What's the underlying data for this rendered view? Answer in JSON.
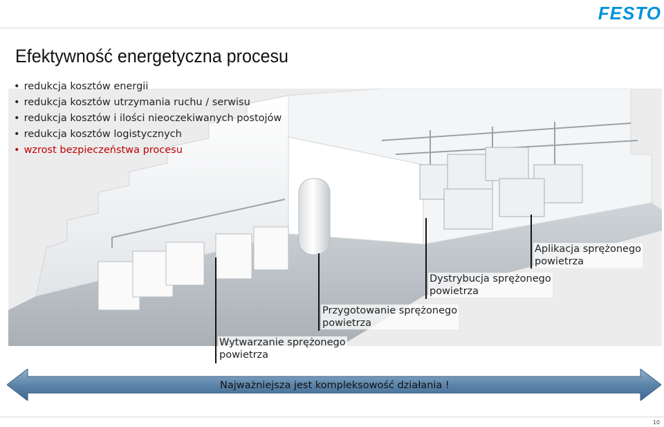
{
  "header": {
    "logo_text": "FESTO",
    "logo_color": "#0091dc"
  },
  "slide": {
    "title": "Efektywność energetyczna procesu",
    "bullets": [
      "redukcja kosztów energii",
      "redukcja kosztów utrzymania ruchu / serwisu",
      "redukcja kosztów i ilości nieoczekiwanych postojów",
      "redukcja kosztów logistycznych",
      "wzrost bezpieczeństwa procesu"
    ],
    "highlight_color": "#c00000",
    "labels": {
      "generation_1": "Wytwarzanie sprężonego",
      "generation_2": "powietrza",
      "preparation_1": "Przygotowanie sprężonego",
      "preparation_2": "powietrza",
      "distribution_1": "Dystrybucja sprężonego",
      "distribution_2": "powietrza",
      "application_1": "Aplikacja sprężonego",
      "application_2": "powietrza"
    },
    "banner": "Najważniejsza jest kompleksowość działania !",
    "page_number": "10"
  }
}
